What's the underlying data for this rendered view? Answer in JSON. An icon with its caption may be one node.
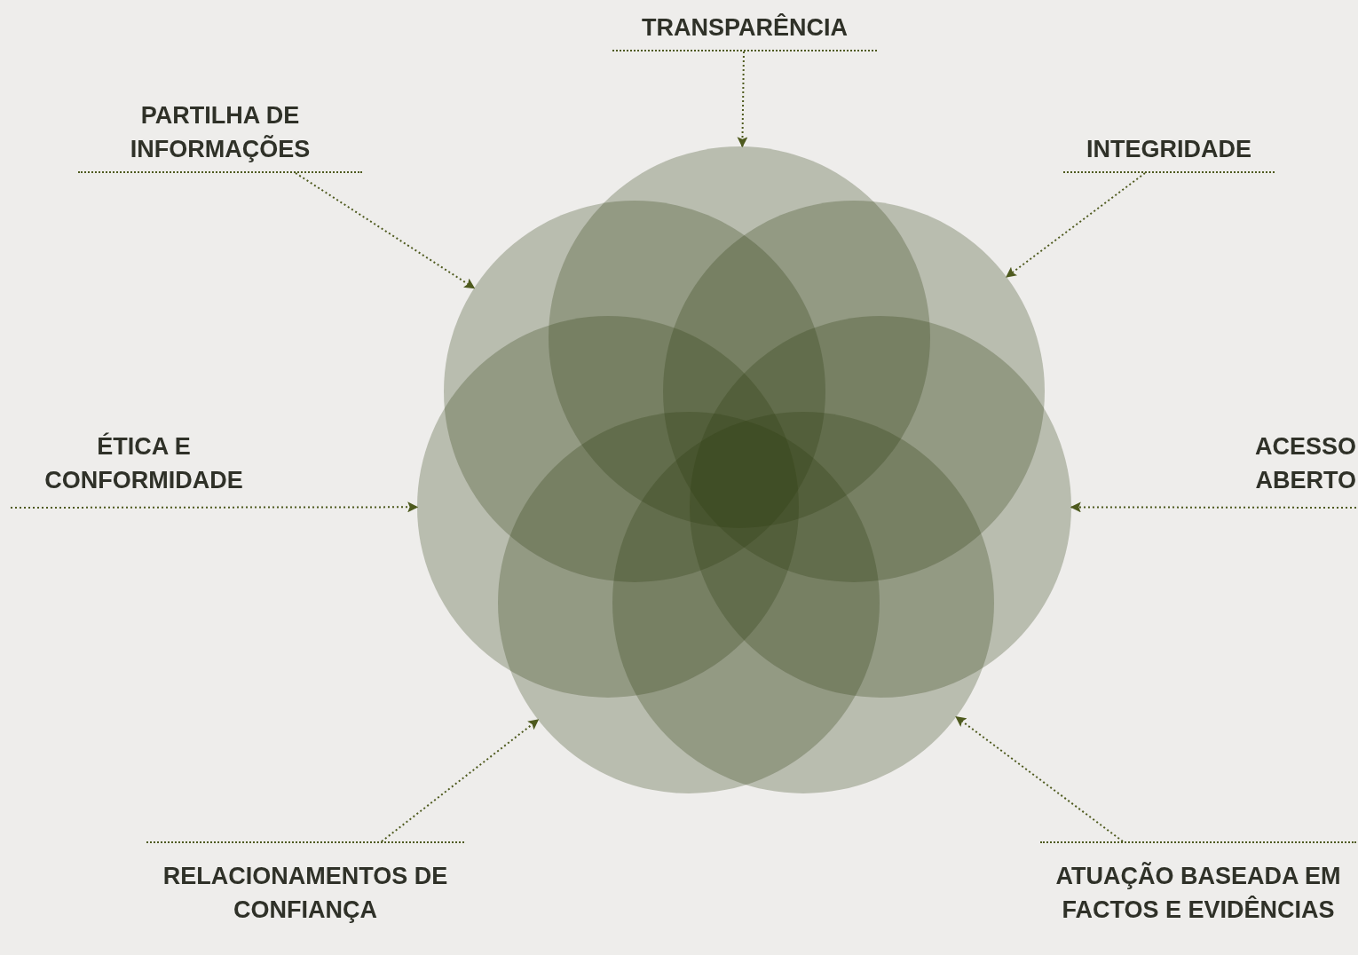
{
  "diagram": {
    "nodes": [
      {
        "text": [
          "TRANSPARÊNCIA"
        ]
      },
      {
        "text": [
          "PARTILHA DE INFORMAÇÕES"
        ]
      },
      {
        "text": [
          "INTEGRIDADE"
        ]
      },
      {
        "text": [
          "ÉTICA E CONFORMIDADE"
        ]
      },
      {
        "text": [
          "ACESSO ABERTO"
        ]
      },
      {
        "text": [
          "RELACIONAMENTOS DE CONFIANÇA"
        ]
      },
      {
        "text": [
          "ATUAÇÃO BASEADA EM FACTOS E EVIDÊNCIAS"
        ]
      },
      {
        "text": [],
        "shape": "circle"
      },
      {
        "text": [],
        "shape": "circle"
      },
      {
        "text": [],
        "shape": "circle"
      },
      {
        "text": [],
        "shape": "circle"
      },
      {
        "text": [],
        "shape": "circle"
      },
      {
        "text": [],
        "shape": "circle"
      },
      {
        "text": [],
        "shape": "circle"
      }
    ],
    "edges": [
      {
        "from": 0,
        "to": 7,
        "arrow": "to"
      },
      {
        "from": 1,
        "to": 8,
        "arrow": "to"
      },
      {
        "from": 2,
        "to": 9,
        "arrow": "to"
      },
      {
        "from": 3,
        "to": 10,
        "arrow": "to"
      },
      {
        "from": 4,
        "to": 11,
        "arrow": "to"
      },
      {
        "from": 5,
        "to": 12,
        "arrow": "to"
      },
      {
        "from": 6,
        "to": 13,
        "arrow": "to"
      }
    ]
  }
}
